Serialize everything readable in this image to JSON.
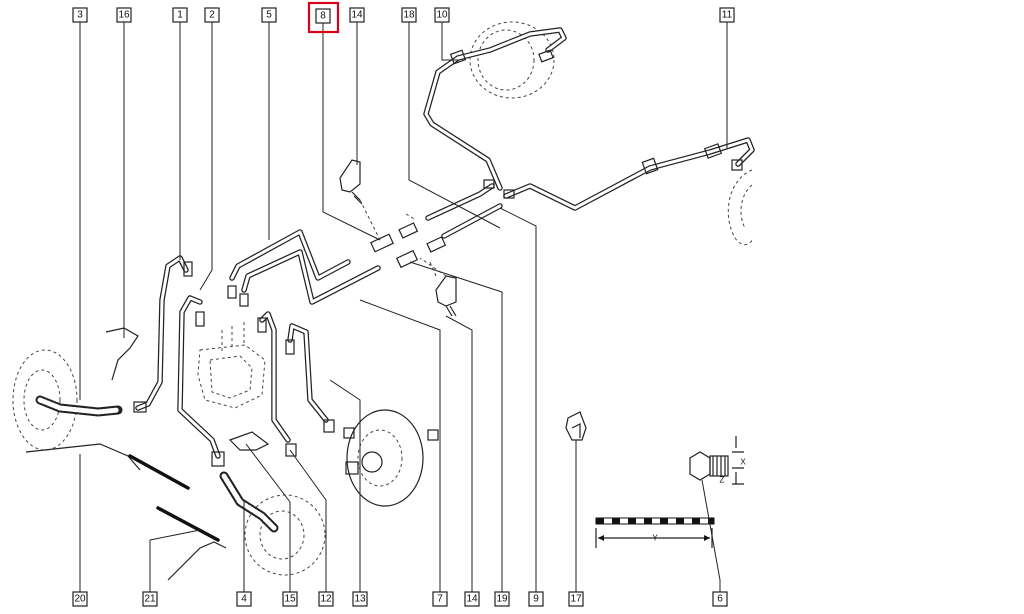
{
  "selected_label": "8",
  "top_labels": [
    "3",
    "16",
    "1",
    "2",
    "5",
    "8",
    "14",
    "18",
    "10",
    "11"
  ],
  "bottom_labels": [
    "20",
    "21",
    "4",
    "15",
    "12",
    "13",
    "7",
    "14",
    "19",
    "9",
    "17",
    "6"
  ],
  "detail_dimensions": {
    "x": "X",
    "z": "Z",
    "y": "Y"
  }
}
